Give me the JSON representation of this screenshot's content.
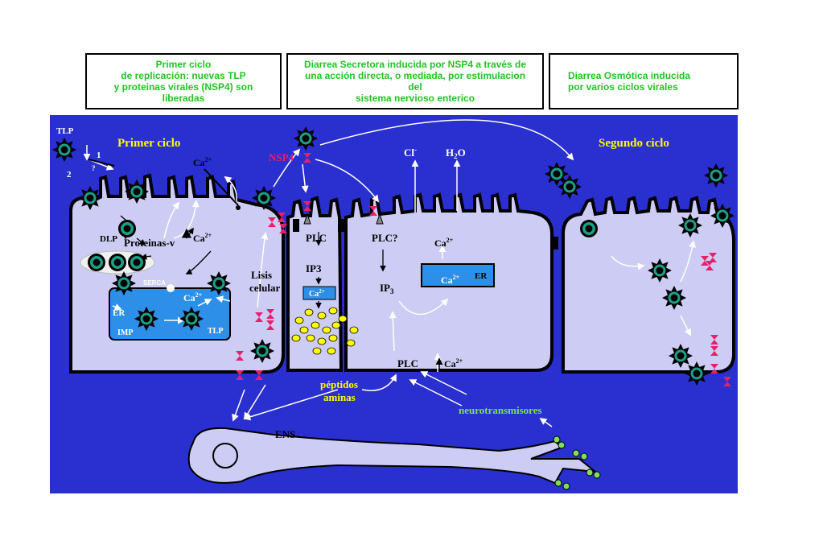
{
  "captions": {
    "first_cycle": "Primer ciclo\nde replicación: nuevas TLP\ny proteinas virales (NSP4) son\nliberadas",
    "secretory": "Diarrea Secretora inducida por NSP4 a través de\nuna acción directa, o mediada, por estimulacion\ndel\nsistema nervioso enterico",
    "osmotic": "Diarrea Osmótica inducida\npor varios ciclos virales"
  },
  "labels": {
    "tlp_top": "TLP",
    "step1": "1",
    "step2": "2",
    "question": "?",
    "primer_ciclo": "Primer ciclo",
    "segundo_ciclo": "Segundo ciclo",
    "dlp": "DLP",
    "proteinas_v": "Proteinas-v",
    "ca_top": "Ca",
    "ca_mid": "Ca",
    "ca_sup": "2+",
    "serca": "SERCA",
    "er_left": "ER",
    "imp": "IMP",
    "tlp_er": "TLP",
    "ca_er": "Ca",
    "lisis": "Lisis",
    "celular": "celular",
    "nsp4": "NSP4",
    "plc_mid": "PLC",
    "ip3_mid": "IP3",
    "ca_box": "Ca",
    "peptidos": "péptidos",
    "aminas": "aminas",
    "cl": "Cl",
    "cl_sup": "-",
    "h2o_h": "H",
    "h2o_sub": "2",
    "h2o_o": "O",
    "plc_q": "PLC?",
    "ca_right": "Ca",
    "ca_er_right": "Ca",
    "er_right": "ER",
    "ip3_right": "IP",
    "ip3_sub": "3",
    "plc_bottom": "PLC",
    "ca_bottom": "Ca",
    "neurotransmisores": "neurotransmisores",
    "ens": "ENS"
  },
  "colors": {
    "background": "#2a2fcf",
    "cell": "#cdccf4",
    "er": "#2d8fe8",
    "virus": "#1aa089",
    "green_text": "#22c422",
    "yellow_text": "#ffff00",
    "nsp4": "#e8206a",
    "vesicle": "#ffff00"
  }
}
